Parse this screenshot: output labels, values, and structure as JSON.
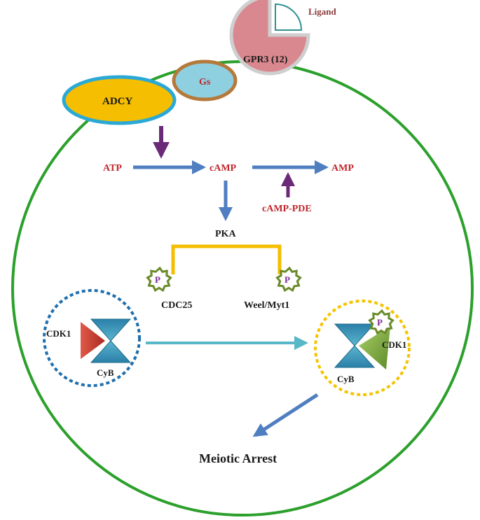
{
  "labels": {
    "ligand": "Ligand",
    "receptor": "GPR3 (12)",
    "gs": "Gs",
    "adcy": "ADCY",
    "atp": "ATP",
    "camp": "cAMP",
    "amp": "AMP",
    "camp_pde": "cAMP-PDE",
    "pka": "PKA",
    "cdc25": "CDC25",
    "wee1": "Weel/Myt1",
    "phospho_left": "P",
    "phospho_right": "P",
    "phospho_cdk": "P",
    "cdk1_left": "CDK1",
    "cyb_left": "CyB",
    "cdk1_right": "CDK1",
    "cyb_right": "CyB",
    "meiotic_arrest": "Meiotic Arrest"
  },
  "colors": {
    "cell_membrane": "#2ca02c",
    "receptor_fill": "#d9888f",
    "ligand_stroke": "#2f8f8f",
    "gs_fill": "#8ecfe0",
    "gs_stroke": "#b5793a",
    "adcy_fill": "#f5be00",
    "adcy_stroke": "#2aa9d6",
    "arrow_blue": "#4f7fc0",
    "arrow_purple": "#6b2a78",
    "pka_bracket": "#f5be00",
    "star_stroke": "#6a8a2a",
    "circle_left": "#1f6fae",
    "circle_right": "#f5c400",
    "cdk1_inactive": "#c0392b",
    "cdk1_active": "#7aa83a",
    "cyclin": "#2e8fb0",
    "transition_arrow": "#58b8c8",
    "label_red": "#c0262c"
  }
}
